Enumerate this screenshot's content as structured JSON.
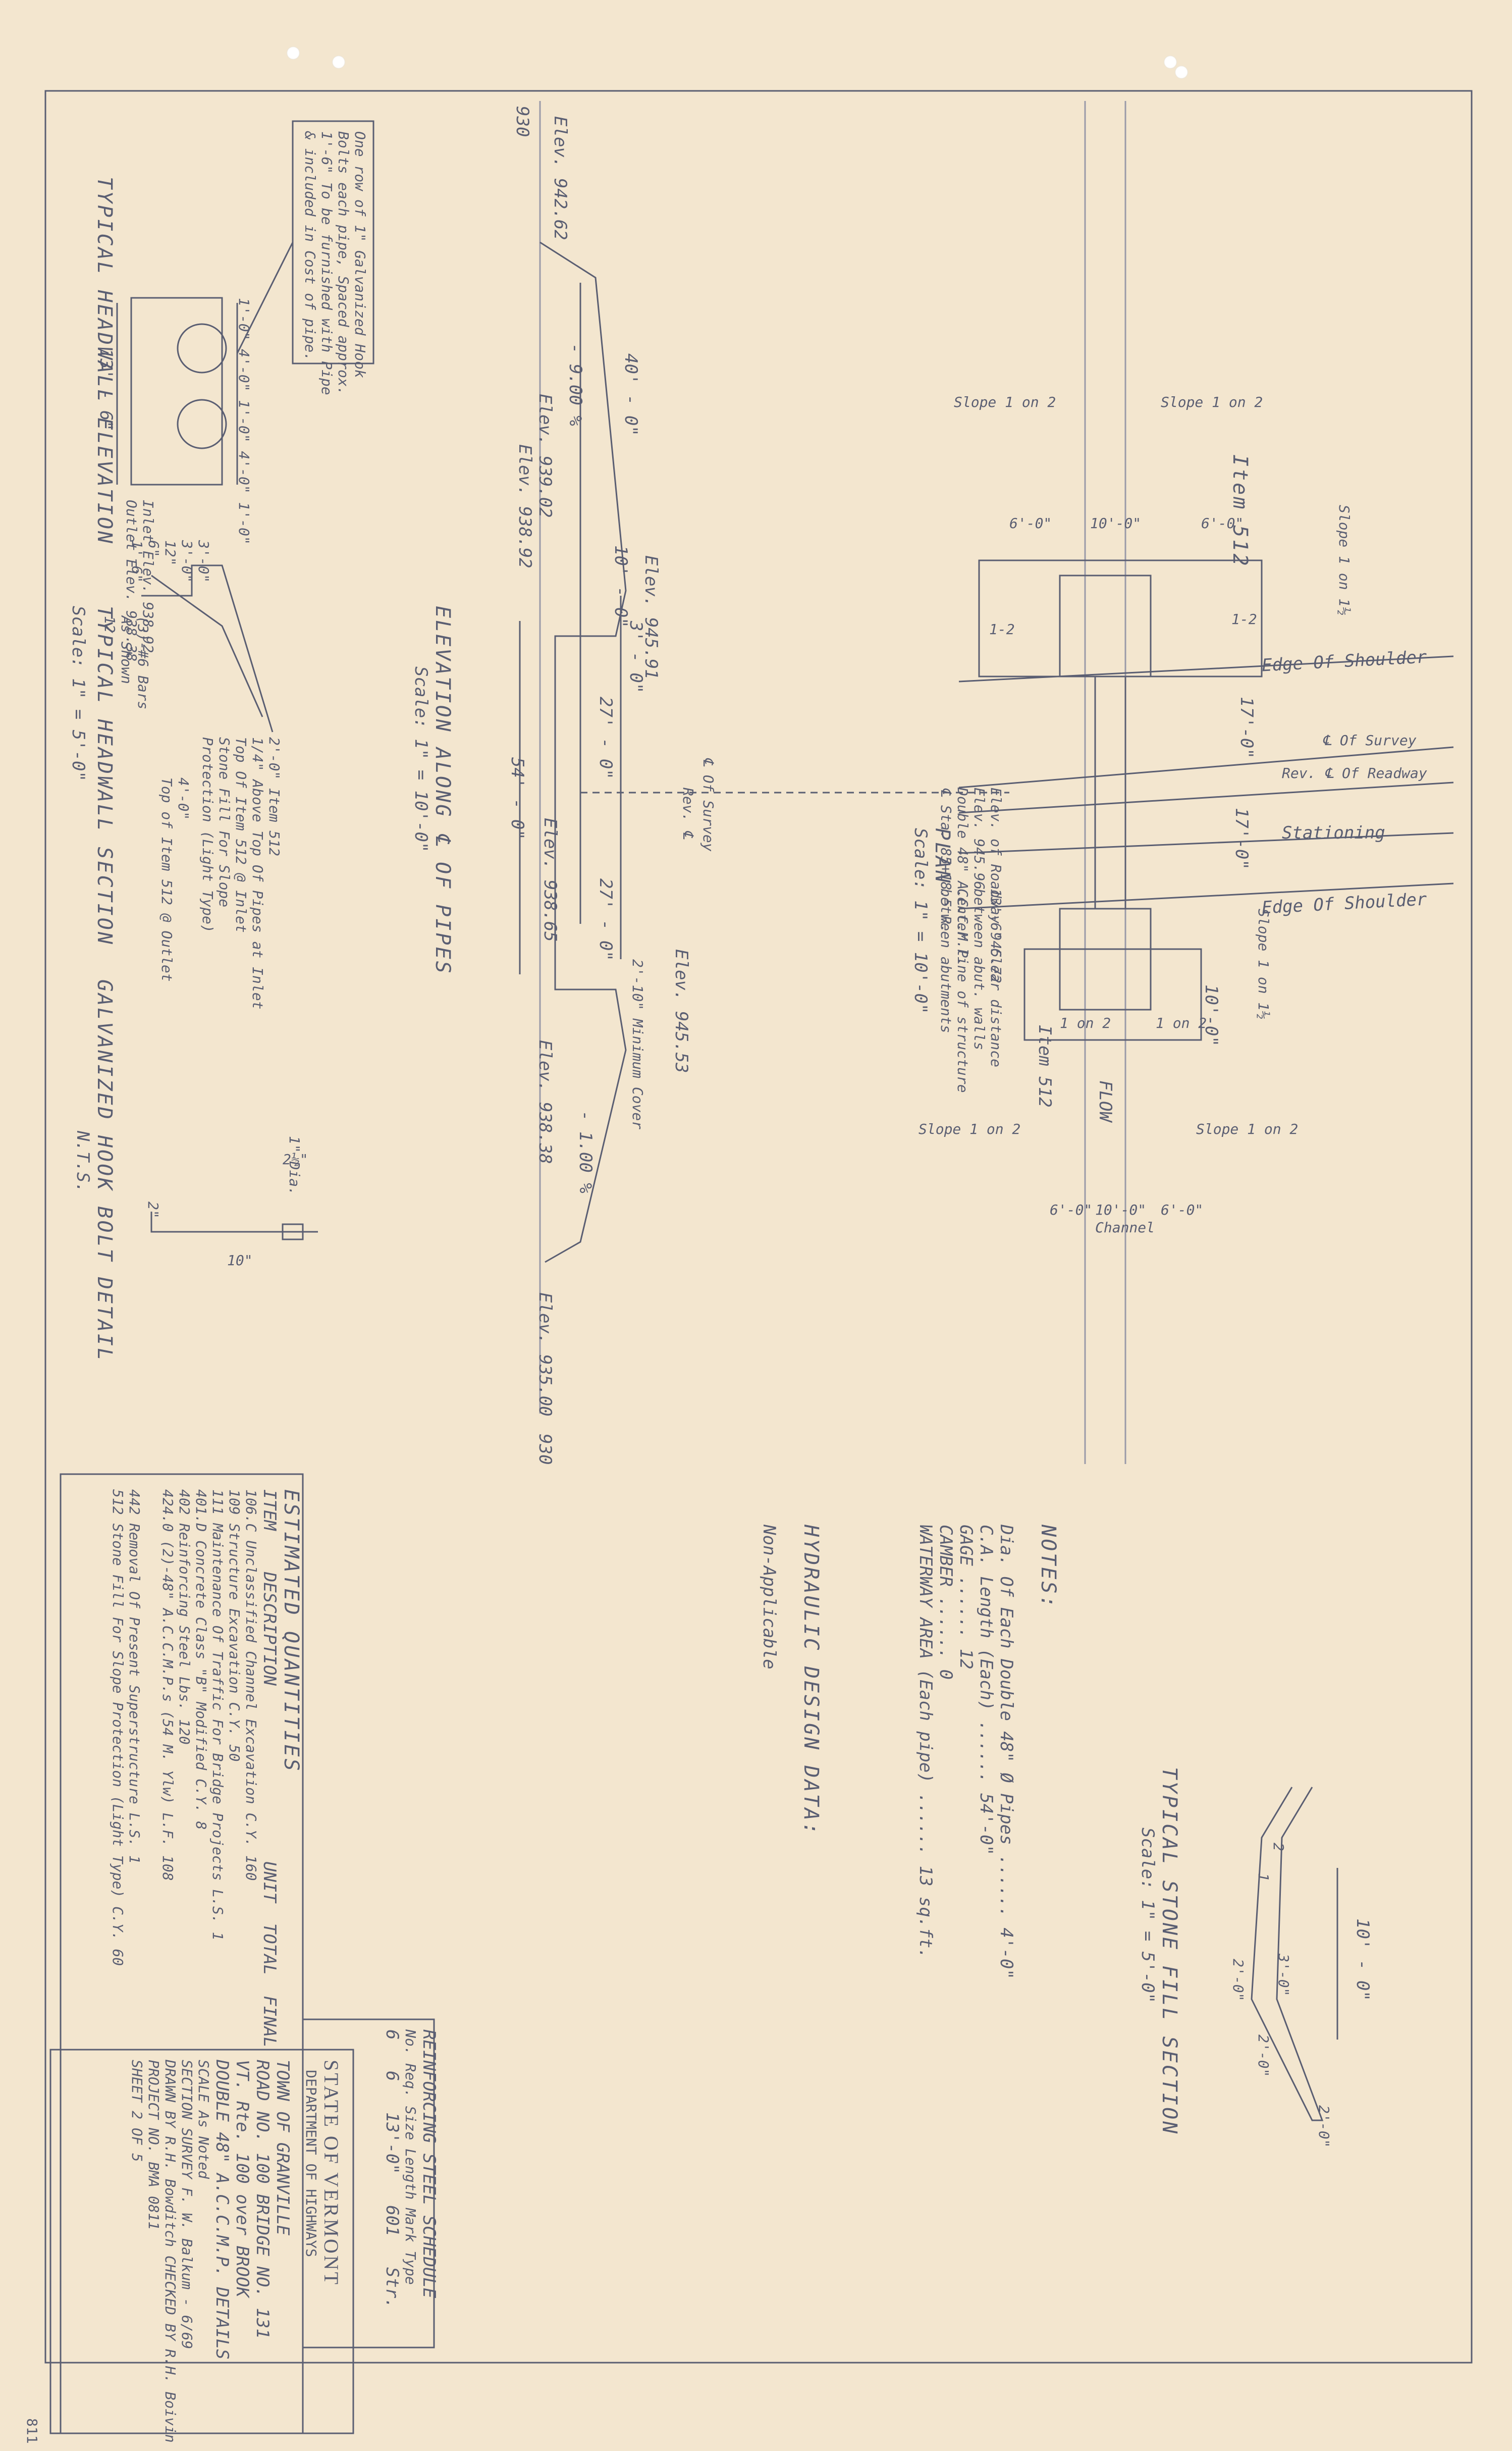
{
  "colors": {
    "paper": "#f3e6cf",
    "ink": "#5a5e72",
    "faint": "#9a9aa8"
  },
  "headwall": {
    "elevation_title": "TYPICAL HEADWALL ELEVATION",
    "section_title": "TYPICAL HEADWALL SECTION",
    "scale": "Scale: 1\" = 5'-0\"",
    "hook_note": [
      "One row of 1\" Galvanized Hook",
      "Bolts each pipe, Spaced approx.",
      "1'-6\"  To be furnished with Pipe",
      "& included in Cost of pipe."
    ],
    "dims": [
      "1'-0\"  4'-0\"  1'-0\"  4'-0\"  1'-0\"",
      "13' - 6\""
    ],
    "inlet": "Inlet Elev. 938.92",
    "outlet": "Outlet Elev. 938.38",
    "section_labels": [
      "3'-0\"",
      "3'-0\"",
      "12\"",
      "6\"",
      "1'-6\"",
      "2'-0\" Item 512",
      "4'-0\"",
      "Top of Item 512 @ Outlet",
      "1/4\" Above Top Of Pipes at Inlet",
      "Top Of Item 512 @ Inlet",
      "Stone Fill For Slope",
      "Protection (Light Type)",
      "(3)-#6 Bars",
      "As Shown",
      "12"
    ]
  },
  "elevation": {
    "title": "ELEVATION ALONG ℄ OF PIPES",
    "scale": "Scale: 1\" = 10'-0\"",
    "labels": [
      "930",
      "Elev. 942.62",
      "40' - 0\"",
      "- 9.00 %",
      "Elev. 939.02",
      "Elev. 938.92",
      "Elev. 945.91",
      "3' - 0\"",
      "10' - 0\"",
      "27' - 0\"",
      "54' - 0\"",
      "℄ Of Survey",
      "Rev. ℄",
      "Elev. 938.65",
      "27' - 0\"",
      "2'-10\" Minimum Cover",
      "Elev. 945.53",
      "Elev. 938.38",
      "- 1.00 %",
      "Elev. 935.00",
      "930"
    ]
  },
  "plan": {
    "title": "PLAN",
    "scale": "Scale: 1\" = 10'-0\"",
    "labels": [
      "Slope 1 on 2",
      "Slope 1 on 2",
      "Item 512",
      "6'-0\"",
      "10'-0\"",
      "6'-0\"",
      "1-2",
      "1-2",
      "Slope 1 on 1½",
      "Edge Of Shoulder",
      "17'-0\"",
      "17'-0\"",
      "℄ Of Survey",
      "Rev. ℄ Of Readway",
      "Stationing",
      "Edge Of Shoulder",
      "Slope 1 on 1½",
      "Item 512",
      "1 on 2",
      "1 on 2",
      "10'-0\"",
      "FLOW",
      "Slope 1 on 2",
      "Slope 1 on 2",
      "6'-0\"",
      "10'-0\"",
      "6'-0\"",
      "Channel"
    ],
    "notes": [
      "Elev. of Roadway 945.72",
      "Elev. 945.96",
      "Double 48\" A.C.C.M.P.",
      "℄ Sta. 85+18.5 R.",
      "13'-6\" Clear distance",
      "between abut. walls",
      "Center line of structure",
      "between abutments"
    ]
  },
  "hook_bolt": {
    "title": "GALVANIZED HOOK BOLT DETAIL",
    "scale": "N.T.S.",
    "dims": [
      "2½\"",
      "1\" Dia.",
      "10\"",
      "2\""
    ]
  },
  "notes": {
    "heading": "NOTES:",
    "rows": [
      {
        "label": "Dia. Of Each Double 48\" Ø Pipes",
        "value": "4'-0\""
      },
      {
        "label": "C.A. Length  (Each)",
        "value": "54'-0\""
      },
      {
        "label": "GAGE",
        "value": "12"
      },
      {
        "label": "CAMBER",
        "value": "0"
      },
      {
        "label": "WATERWAY AREA (Each pipe)",
        "value": "13 sq.ft."
      }
    ]
  },
  "hydraulic": {
    "heading": "HYDRAULIC DESIGN DATA:",
    "value": "Non-Applicable"
  },
  "stone_fill": {
    "title": "TYPICAL STONE FILL SECTION",
    "scale": "Scale: 1\" = 5'-0\"",
    "dims": [
      "10' - 0\"",
      "3'-0\"",
      "2'-0\"",
      "2'-0\"",
      "2'-0\"",
      "2",
      "1"
    ]
  },
  "quantities": {
    "title": "ESTIMATED QUANTITIES",
    "headers": [
      "ITEM",
      "DESCRIPTION",
      "UNIT",
      "TOTAL",
      "FINAL"
    ],
    "rows": [
      [
        "106.C",
        "Unclassified Channel Excavation",
        "C.Y.",
        "160",
        ""
      ],
      [
        "109",
        "Structure Excavation",
        "C.Y.",
        "50",
        ""
      ],
      [
        "111",
        "Maintenance Of Traffic For Bridge Projects",
        "L.S.",
        "1",
        ""
      ],
      [
        "401.D",
        "Concrete Class \"B\" Modified",
        "C.Y.",
        "8",
        ""
      ],
      [
        "402",
        "Reinforcing Steel",
        "Lbs.",
        "120",
        ""
      ],
      [
        "424.0",
        "(2)-48\" A.C.C.M.P.s (54 M. Ylw)",
        "L.F.",
        "108",
        ""
      ],
      [
        "",
        "",
        "",
        "",
        ""
      ],
      [
        "442",
        "Removal Of Present Superstructure",
        "L.S.",
        "1",
        ""
      ],
      [
        "512",
        "Stone Fill For Slope Protection (Light Type)",
        "C.Y.",
        "60",
        ""
      ]
    ]
  },
  "rebar": {
    "title": "REINFORCING STEEL SCHEDULE",
    "headers": [
      "No. Req.",
      "Size",
      "Length",
      "Mark",
      "Type"
    ],
    "rows": [
      [
        "6",
        "6",
        "13'-0\"",
        "601",
        "Str."
      ]
    ]
  },
  "title_block": {
    "state": "STATE OF VERMONT",
    "dept": "DEPARTMENT OF HIGHWAYS",
    "town": "TOWN OF  GRANVILLE",
    "road": "ROAD NO.  100      BRIDGE NO.  131",
    "desc1": "VT. Rte. 100 over BROOK",
    "desc2": "DOUBLE 48\" A.C.C.M.P. DETAILS",
    "scale": "SCALE  As Noted",
    "survey": "SECTION SURVEY  F. W. Balkum - 6/69",
    "drawn": "DRAWN BY  R.H. Bowditch   CHECKED BY  R.H. Boivin",
    "project": "PROJECT NO.  BMA 0811",
    "sheet": "SHEET  2  OF  5",
    "code": "811"
  }
}
